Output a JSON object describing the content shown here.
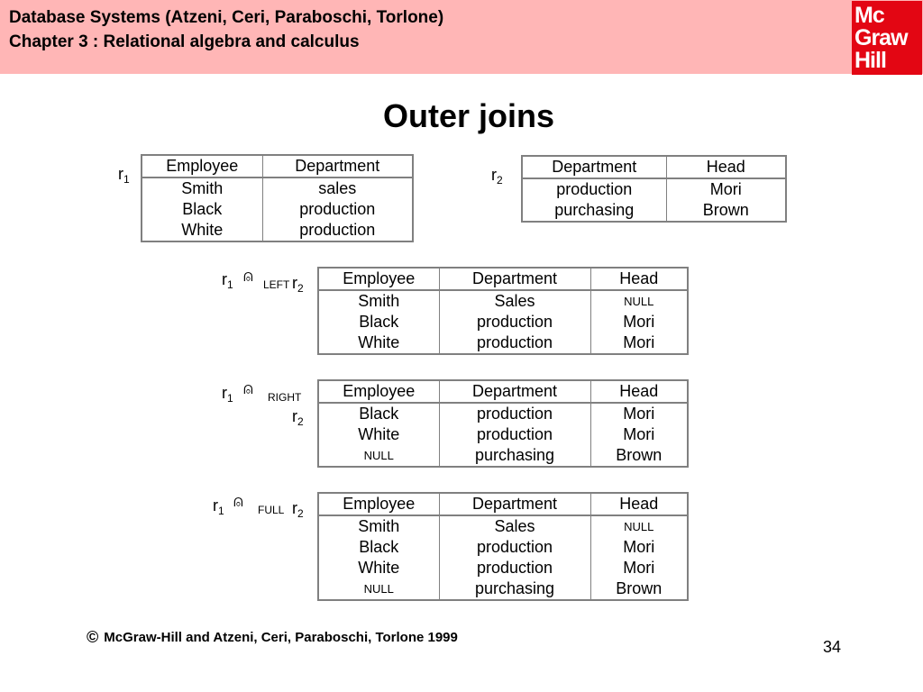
{
  "header": {
    "line1": "Database Systems (Atzeni, Ceri, Paraboschi, Torlone)",
    "line2": "Chapter 3 : Relational algebra and calculus",
    "logo": [
      "Mc",
      "Graw",
      "Hill"
    ]
  },
  "title": "Outer joins",
  "r1": {
    "label": "r",
    "sub": "1",
    "headers": [
      "Employee",
      "Department"
    ],
    "rows": [
      [
        "Smith",
        "sales"
      ],
      [
        "Black",
        "production"
      ],
      [
        "White",
        "production"
      ]
    ]
  },
  "r2": {
    "label": "r",
    "sub": "2",
    "headers": [
      "Department",
      "Head"
    ],
    "rows": [
      [
        "production",
        "Mori"
      ],
      [
        "purchasing",
        "Brown"
      ]
    ]
  },
  "left_join": {
    "r1": "r",
    "r1_sub": "1",
    "op": "⍝",
    "name": "LEFT",
    "r2": "r",
    "r2_sub": "2",
    "headers": [
      "Employee",
      "Department",
      "Head"
    ],
    "rows": [
      [
        "Smith",
        "Sales",
        "NULL"
      ],
      [
        "Black",
        "production",
        "Mori"
      ],
      [
        "White",
        "production",
        "Mori"
      ]
    ]
  },
  "right_join": {
    "r1": "r",
    "r1_sub": "1",
    "op": "⍝",
    "name": "RIGHT",
    "r2": "r",
    "r2_sub": "2",
    "headers": [
      "Employee",
      "Department",
      "Head"
    ],
    "rows": [
      [
        "Black",
        "production",
        "Mori"
      ],
      [
        "White",
        "production",
        "Mori"
      ],
      [
        "NULL",
        "purchasing",
        "Brown"
      ]
    ]
  },
  "full_join": {
    "r1": "r",
    "r1_sub": "1",
    "op": "⍝",
    "name": "FULL",
    "r2": "r",
    "r2_sub": "2",
    "headers": [
      "Employee",
      "Department",
      "Head"
    ],
    "rows": [
      [
        "Smith",
        "Sales",
        "NULL"
      ],
      [
        "Black",
        "production",
        "Mori"
      ],
      [
        "White",
        "production",
        "Mori"
      ],
      [
        "NULL",
        "purchasing",
        "Brown"
      ]
    ]
  },
  "footer": {
    "icon": "copyright-icon",
    "text": "McGraw-Hill and Atzeni, Ceri, Paraboschi, Torlone 1999",
    "page": "34"
  },
  "colors": {
    "header_bg": "#ffb6b6",
    "logo_bg": "#e30613",
    "border": "#808080"
  }
}
